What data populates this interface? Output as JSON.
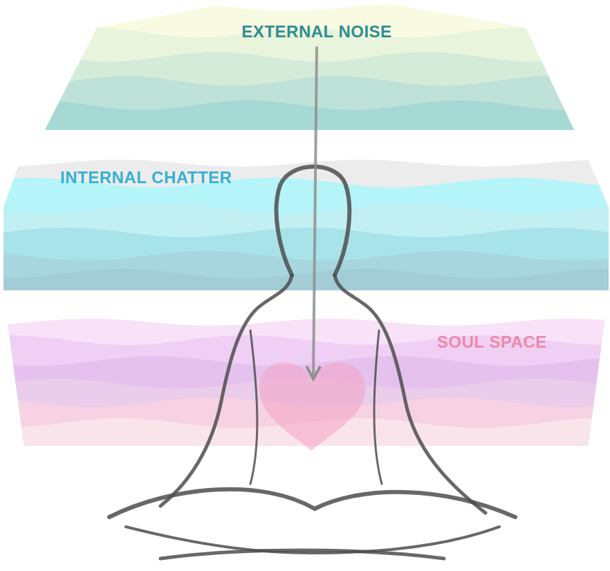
{
  "diagram": {
    "nodes": [
      {
        "text": [
          "EXTERNAL NOISE"
        ]
      },
      {
        "text": [
          "INTERNAL CHATTER"
        ]
      },
      {
        "text": [
          "SOUL SPACE"
        ]
      }
    ],
    "edges": [
      {
        "from": 0,
        "to": 2,
        "arrow": "to"
      }
    ]
  }
}
